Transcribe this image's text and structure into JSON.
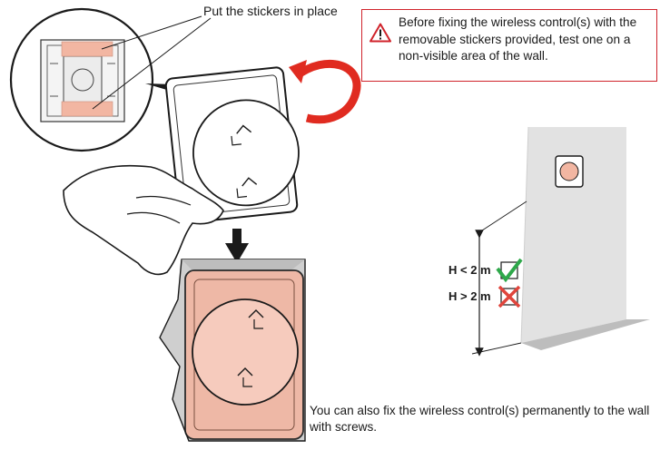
{
  "callouts": {
    "stickers_label": "Put the stickers in place"
  },
  "warning": {
    "icon": "warning-triangle-icon",
    "text": "Before fixing the wireless control(s) with the removable stickers provided, test one on a non-visible area of the wall."
  },
  "height_guide": {
    "ok_label": "H < 2 m",
    "ok_icon": "check-icon",
    "ko_label": "H > 2 m",
    "ko_icon": "cross-icon"
  },
  "screws_note": "You can also fix the wireless control(s) permanently to the wall with screws.",
  "colors": {
    "warning_red": "#d0232b",
    "sticker_pink": "#f2b6a2",
    "check_green": "#2ea84a",
    "cross_red": "#e0453c",
    "rotate_arrow_red": "#e02b20",
    "wall_gray": "#e2e2e2"
  }
}
